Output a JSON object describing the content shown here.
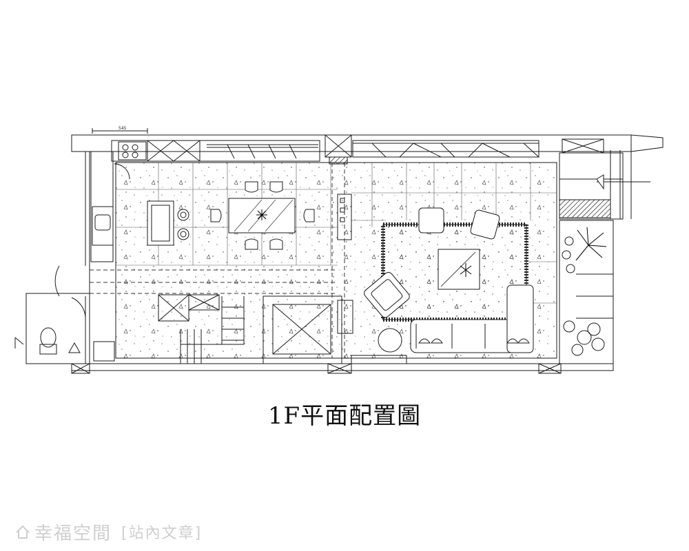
{
  "plan": {
    "title": "1F平面配置圖",
    "dimension_label": "545"
  },
  "watermark": {
    "brand": "幸福空間",
    "tag": "[站內文章]"
  }
}
